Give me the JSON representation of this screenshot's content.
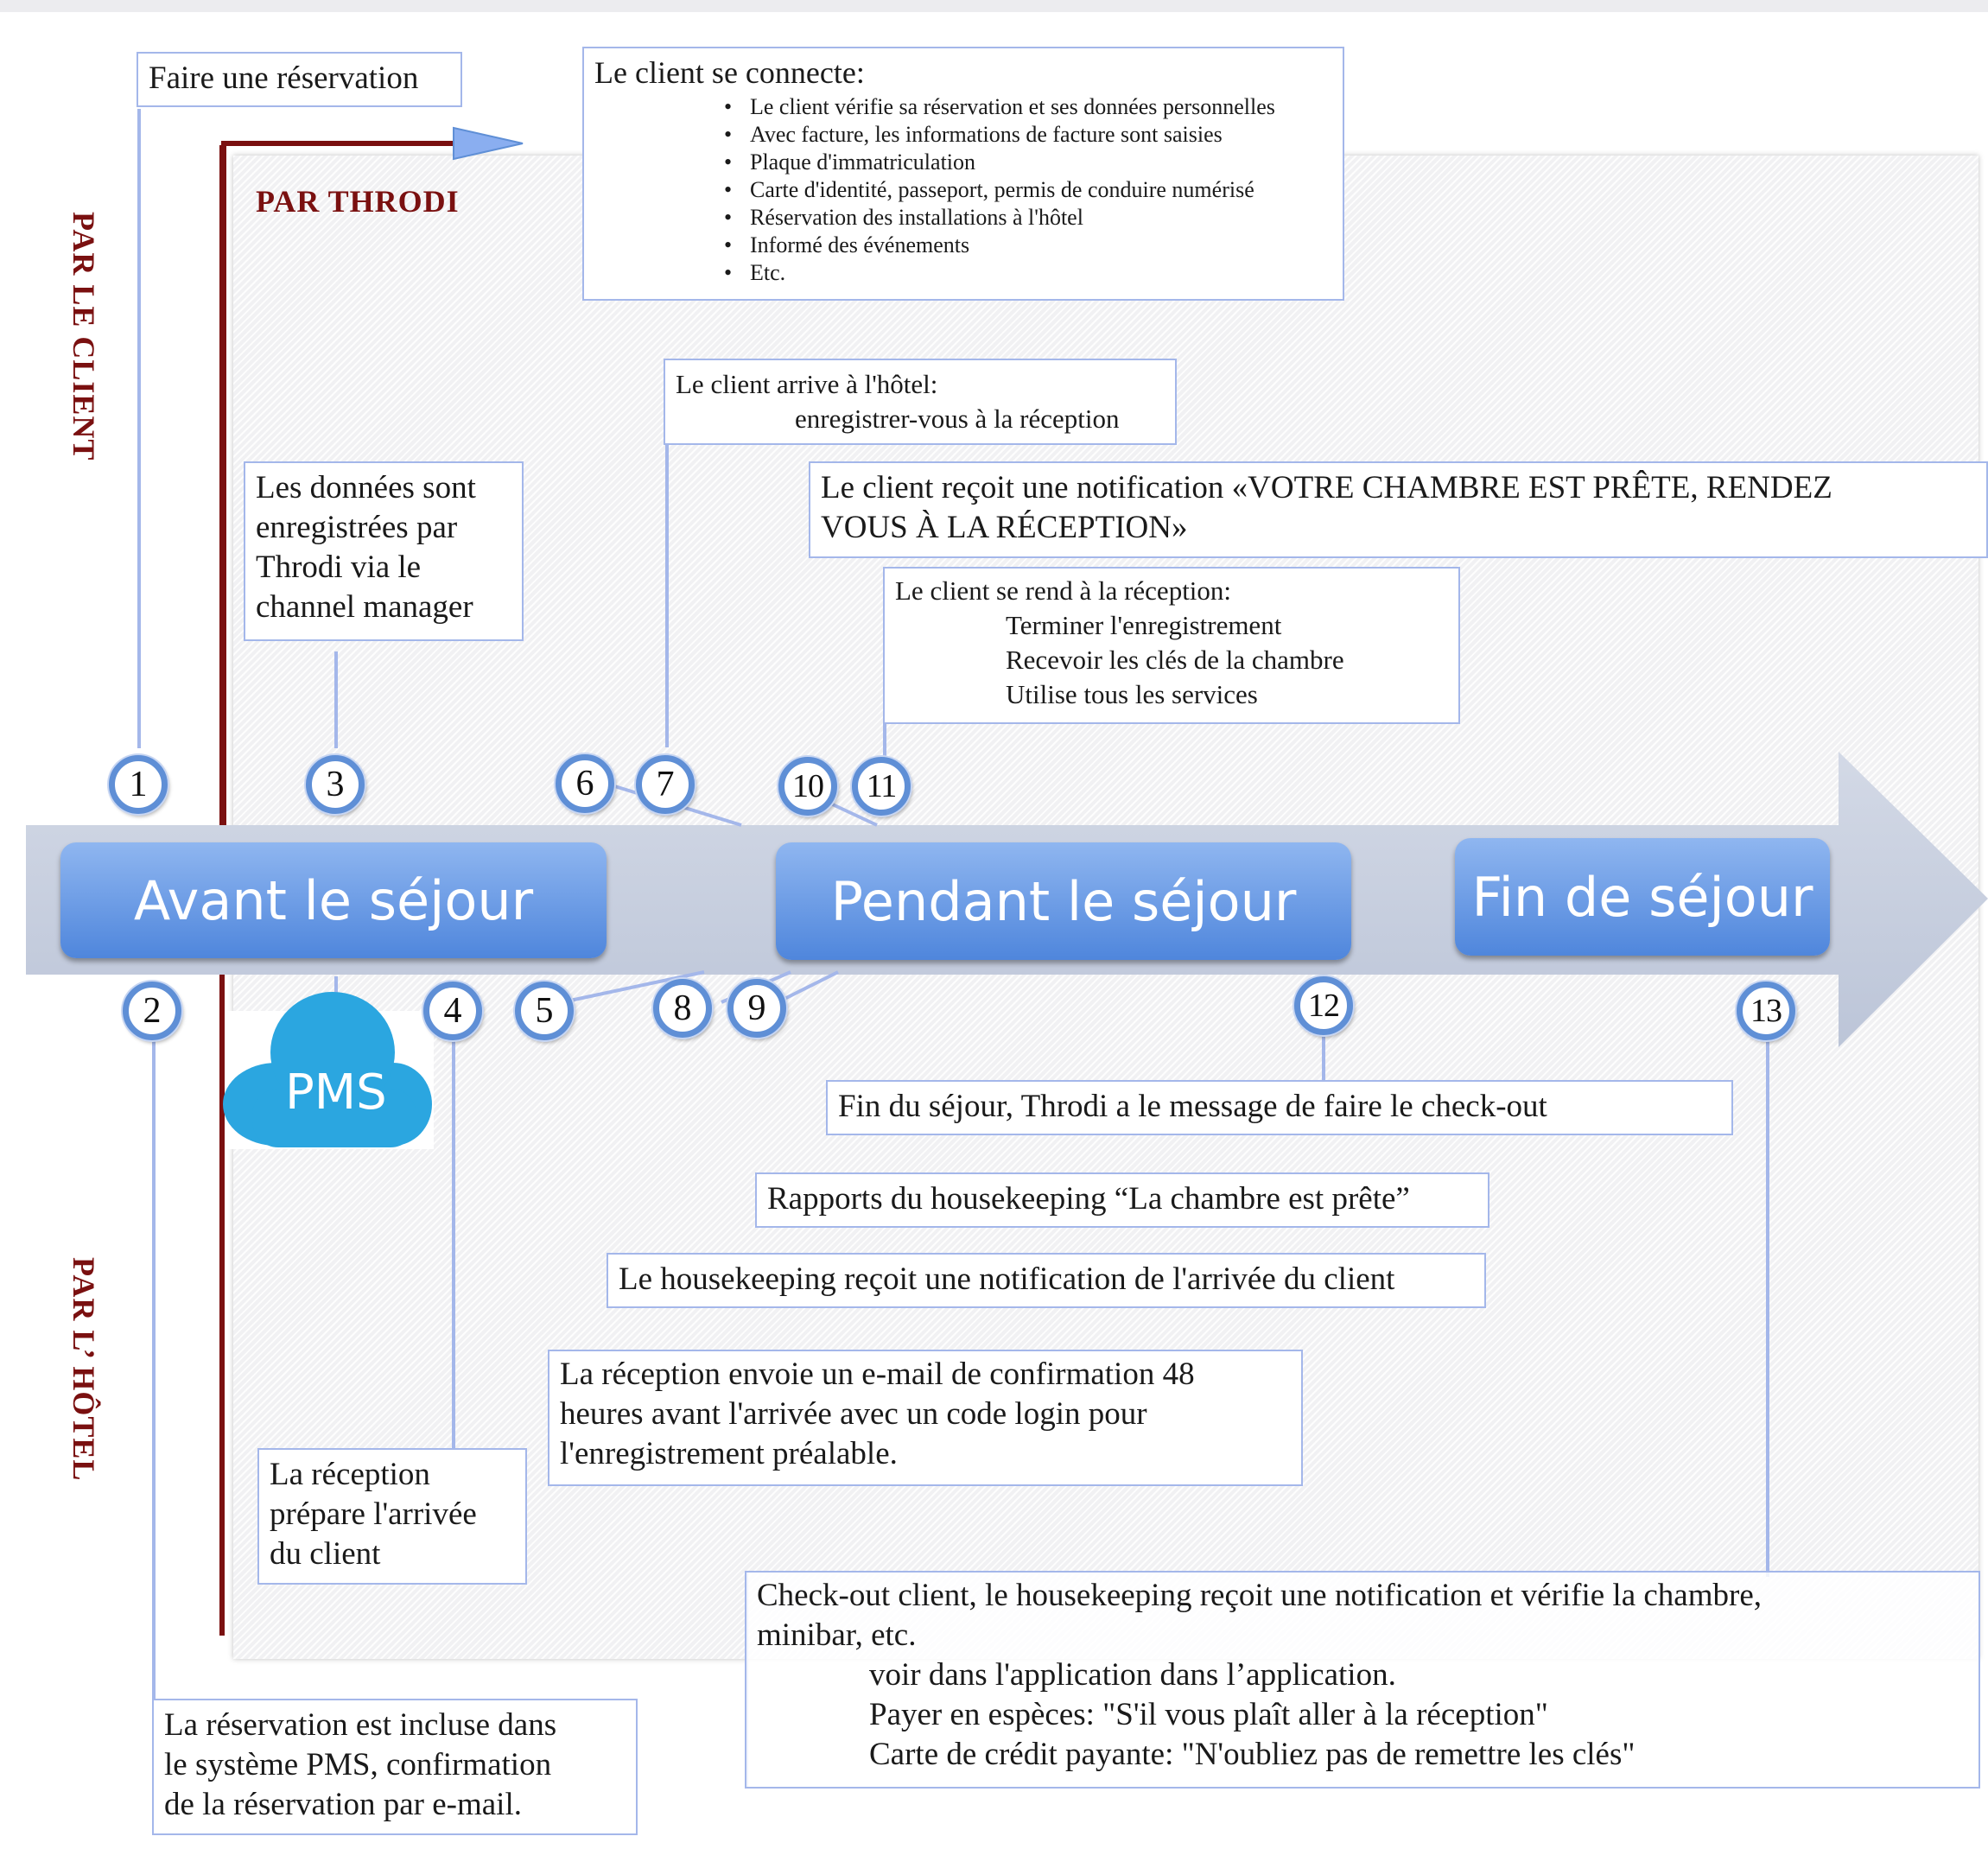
{
  "labels": {
    "par_le_client": "PAR LE  CLIENT",
    "par_throdi": "PAR  THRODI",
    "par_l_hotel": "PAR L’ HÔTEL"
  },
  "stages": {
    "avant": "Avant le séjour",
    "pendant": "Pendant le séjour",
    "fin": "Fin de séjour"
  },
  "pms": "PMS",
  "steps": [
    "1",
    "2",
    "3",
    "4",
    "5",
    "6",
    "7",
    "8",
    "9",
    "10",
    "11",
    "12",
    "13"
  ],
  "boxes": {
    "faire_reservation": "Faire une réservation",
    "connecte": {
      "title": "Le client se connecte:",
      "items": [
        "Le client vérifie sa réservation et ses données personnelles",
        "Avec facture, les informations de facture sont saisies",
        "Plaque d'immatriculation",
        "Carte d'identité, passeport, permis de conduire numérisé",
        "Réservation des installations à l'hôtel",
        "Informé des événements",
        "Etc."
      ]
    },
    "arrive": {
      "line1": "Le client arrive à l'hôtel:",
      "line2": "enregistrer-vous à la réception"
    },
    "notification_chambre": {
      "line1": "Le client reçoit une notification «VOTRE CHAMBRE EST PRÊTE, RENDEZ",
      "line2": "VOUS À LA RÉCEPTION»"
    },
    "rend_reception": {
      "line1": "Le client se rend à la réception:",
      "line2": "Terminer l'enregistrement",
      "line3": "Recevoir les clés de la chambre",
      "line4": "Utilise tous les services"
    },
    "donnees": {
      "line1": "Les données sont",
      "line2": "enregistrées par",
      "line3": "Throdi via le",
      "line4": "channel manager"
    },
    "fin_sejour": "Fin du séjour, Throdi a le message de faire le check-out",
    "rapports": "Rapports du housekeeping “La chambre est prête”",
    "housekeeping_notif": "Le housekeeping reçoit une notification de l'arrivée du client",
    "confirmation_email": {
      "line1": "La réception envoie un e-mail de confirmation 48",
      "line2": "heures avant l'arrivée avec un code login pour",
      "line3": "l'enregistrement préalable."
    },
    "prepare": {
      "line1": "La réception",
      "line2": "prépare l'arrivée",
      "line3": "du client"
    },
    "checkout": {
      "line1": "Check-out client, le housekeeping reçoit une notification et vérifie la chambre,",
      "line2": "minibar,  etc.",
      "line3": "voir dans l'application dans l’application.",
      "line4": "Payer en espèces: \"S'il vous plaît aller à la réception\"",
      "line5": "Carte de crédit payante: \"N'oubliez pas de remettre les clés\""
    },
    "reservation_pms": {
      "line1": "La réservation est incluse dans",
      "line2": "le système PMS, confirmation",
      "line3": "de la réservation par e-mail."
    }
  },
  "colors": {
    "accent_blue": "#5f8fd6",
    "box_border": "#a4b7ea",
    "dark_red": "#7a1010",
    "pms_cloud": "#2ba6e0"
  }
}
